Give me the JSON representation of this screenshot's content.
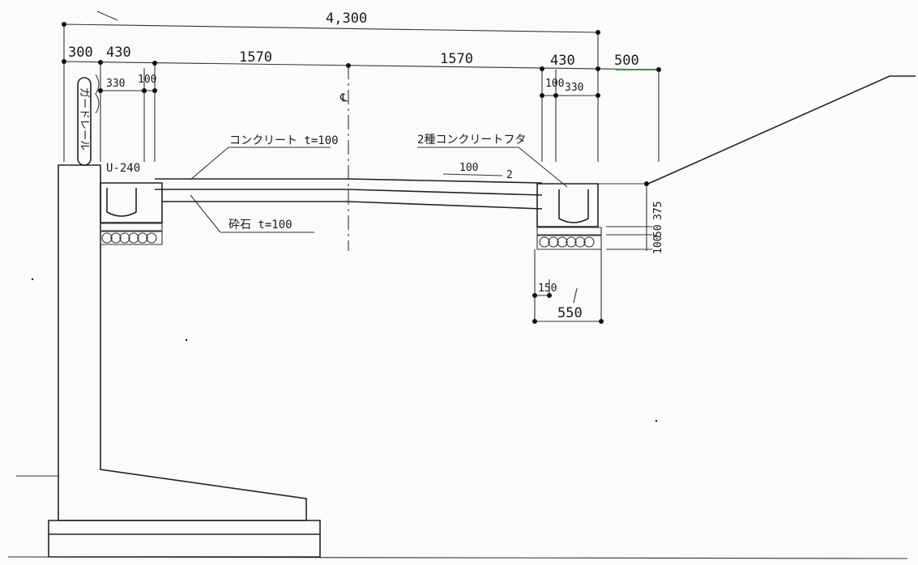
{
  "dimensions": {
    "total": "4,300",
    "left_margin": "300",
    "left_gutter": "430",
    "left_half": "1570",
    "right_half": "1570",
    "right_gutter": "430",
    "right_margin": "500",
    "left_inner": "330",
    "left_edge": "100",
    "right_edge": "100",
    "right_inner": "330",
    "height_top": "375",
    "height_mid": "50",
    "height_bottom": "100",
    "base_offset": "150",
    "base_width": "550"
  },
  "labels": {
    "guardrail": "ガードレール",
    "gutter_type": "U-240",
    "concrete": "コンクリート t=100",
    "gravel": "砕石 t=100",
    "lid": "2種コンクリートフタ",
    "centerline": "℄",
    "slope_value": "100",
    "slope_unit": "2"
  },
  "colors": {
    "line": "#222222",
    "accent": "#2e9b3c"
  }
}
